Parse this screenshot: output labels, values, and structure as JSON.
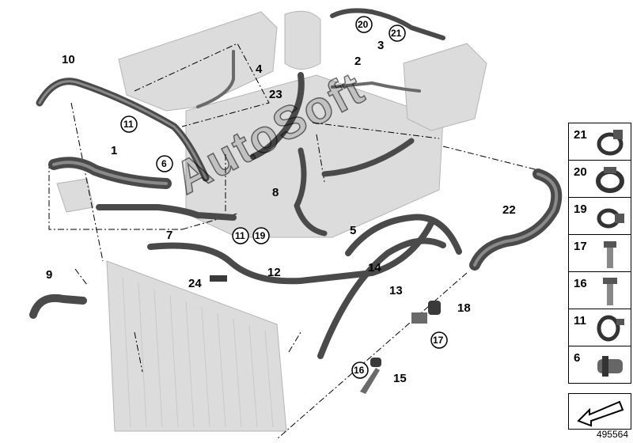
{
  "diagram": {
    "doc_id": "495564",
    "watermark": "AutoSoft",
    "callouts": {
      "n1": "1",
      "n2": "2",
      "n3": "3",
      "n4": "4",
      "n5": "5",
      "n7": "7",
      "n8": "8",
      "n9": "9",
      "n10": "10",
      "n12": "12",
      "n13": "13",
      "n14": "14",
      "n15": "15",
      "n18": "18",
      "n22": "22",
      "n23": "23",
      "n24": "24"
    },
    "circled": {
      "c20": "20",
      "c21": "21",
      "c11a": "11",
      "c6": "6",
      "c11b": "11",
      "c19": "19",
      "c17": "17",
      "c16": "16"
    },
    "side_parts": [
      {
        "label": "21",
        "icon": "hose-clamp-21-icon"
      },
      {
        "label": "20",
        "icon": "hose-clamp-20-icon"
      },
      {
        "label": "19",
        "icon": "hose-clip-19-icon"
      },
      {
        "label": "17",
        "icon": "bolt-17-icon"
      },
      {
        "label": "16",
        "icon": "bolt-16-icon"
      },
      {
        "label": "11",
        "icon": "spring-clip-11-icon"
      },
      {
        "label": "6",
        "icon": "quick-coupling-6-icon"
      }
    ]
  }
}
